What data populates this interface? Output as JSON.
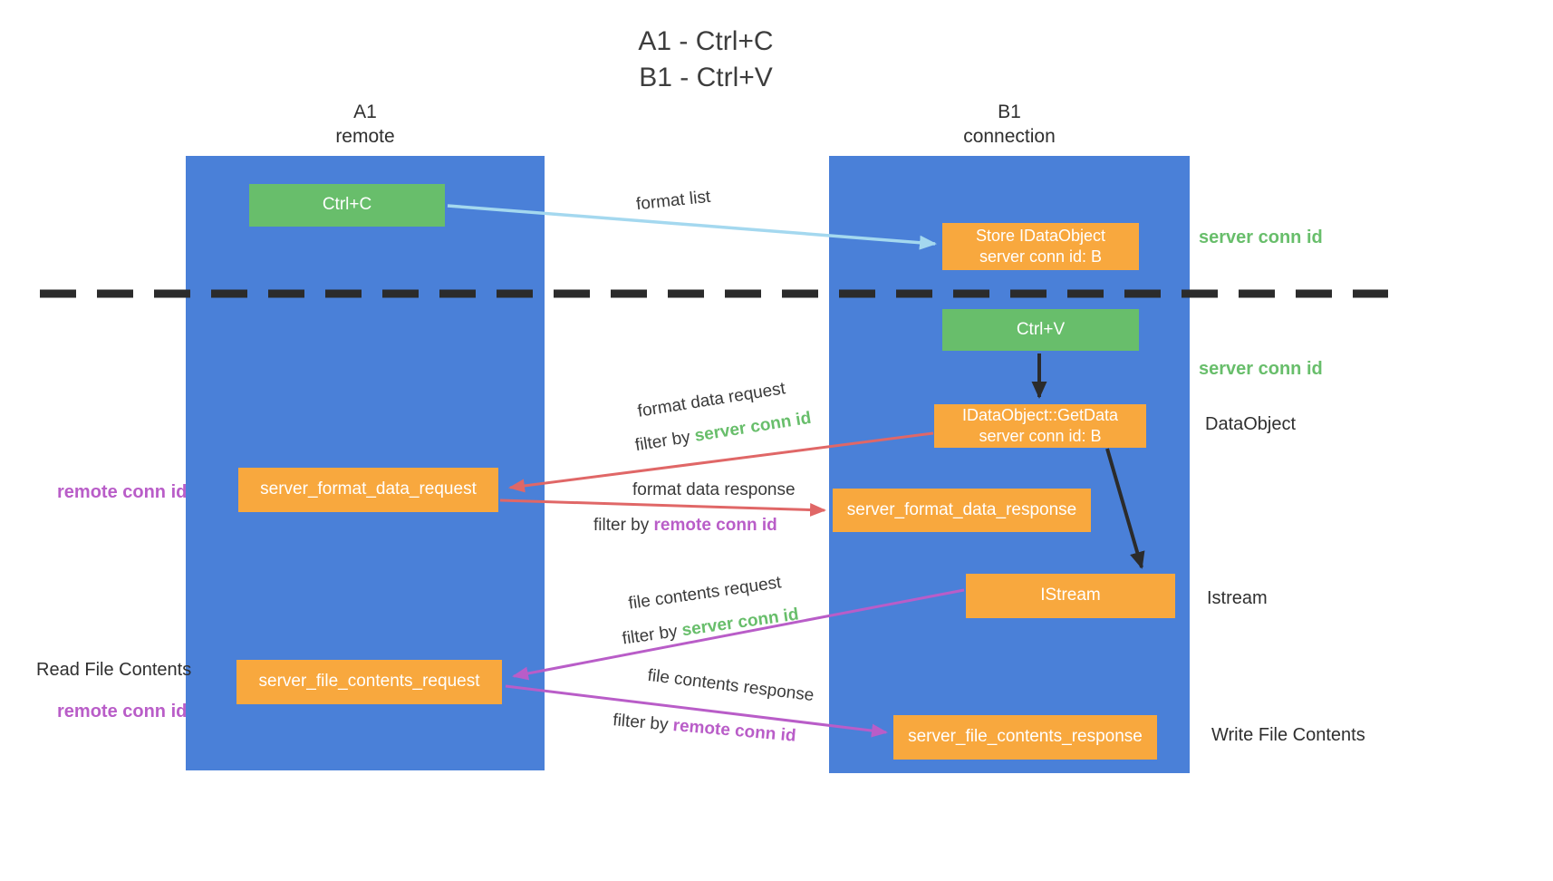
{
  "title": {
    "line1": "A1 - Ctrl+C",
    "line2": "B1 - Ctrl+V"
  },
  "lanes": {
    "left": {
      "name": "A1",
      "sub": "remote"
    },
    "right": {
      "name": "B1",
      "sub": "connection"
    }
  },
  "nodes": {
    "ctrl_c": {
      "label": "Ctrl+C"
    },
    "store_idataobject": {
      "line1": "Store IDataObject",
      "line2": "server conn id: B"
    },
    "ctrl_v": {
      "label": "Ctrl+V"
    },
    "getdata": {
      "line1": "IDataObject::GetData",
      "line2": "server conn id: B"
    },
    "server_format_data_request": {
      "label": "server_format_data_request"
    },
    "server_format_data_response": {
      "label": "server_format_data_response"
    },
    "istream": {
      "label": "IStream"
    },
    "server_file_contents_request": {
      "label": "server_file_contents_request"
    },
    "server_file_contents_response": {
      "label": "server_file_contents_response"
    }
  },
  "side_labels": {
    "server_conn_id_top": "server conn id",
    "server_conn_id_mid": "server conn id",
    "dataobject": "DataObject",
    "istream": "Istream",
    "write_file_contents": "Write File Contents",
    "remote_conn_id_top": "remote conn id",
    "read_file_contents": "Read File Contents",
    "remote_conn_id_bottom": "remote conn id"
  },
  "arrow_labels": {
    "format_list": "format list",
    "format_data_request": "format data request",
    "filter_by": "filter by",
    "server_conn_id": "server conn id",
    "format_data_response": "format data response",
    "remote_conn_id": "remote conn id",
    "file_contents_request": "file contents request",
    "file_contents_response": "file contents response"
  },
  "colors": {
    "lane_blue": "#4a80d8",
    "green_box": "#68be6b",
    "orange_box": "#f8a83e",
    "arrow_blue": "#a4d8ef",
    "arrow_red": "#e06767",
    "arrow_purple": "#b95dc8",
    "green_text": "#68be6b",
    "purple_text": "#b95dc8",
    "dark": "#2b2b2b"
  }
}
